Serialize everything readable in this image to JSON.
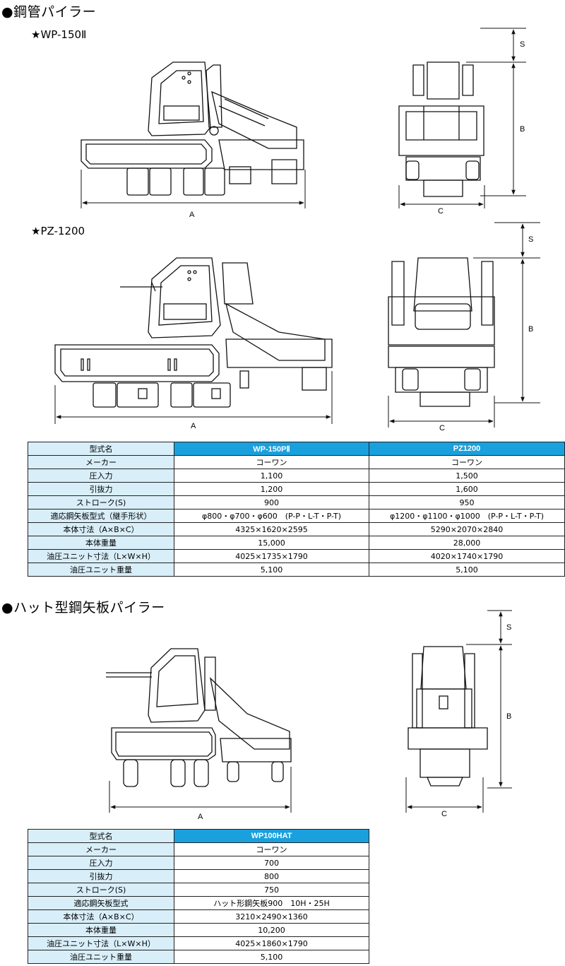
{
  "section1": {
    "title": "●鋼管パイラー",
    "model1_title": "★WP-150Ⅱ",
    "model2_title": "★PZ-1200",
    "dims": {
      "A": "A",
      "B": "B",
      "C": "C",
      "S": "S"
    },
    "table": {
      "header": [
        "型式名",
        "WP-150PⅡ",
        "PZ1200"
      ],
      "rows": [
        [
          "メーカー",
          "コーワン",
          "コーワン"
        ],
        [
          "圧入力",
          "1,100",
          "1,500"
        ],
        [
          "引抜力",
          "1,200",
          "1,600"
        ],
        [
          "ストローク(S)",
          "900",
          "950"
        ],
        [
          "適応鋼矢板型式（継手形状）",
          "φ800・φ700・φ600　(P-P・L-T・P-T)",
          "φ1200・φ1100・φ1000　(P-P・L-T・P-T)"
        ],
        [
          "本体寸法（A×B×C）",
          "4325×1620×2595",
          "5290×2070×2840"
        ],
        [
          "本体重量",
          "15,000",
          "28,000"
        ],
        [
          "油圧ユニット寸法（L×W×H）",
          "4025×1735×1790",
          "4020×1740×1790"
        ],
        [
          "油圧ユニット重量",
          "5,100",
          "5,100"
        ]
      ]
    }
  },
  "section2": {
    "title": "●ハット型鋼矢板パイラー",
    "dims": {
      "A": "A",
      "B": "B",
      "C": "C",
      "S": "S"
    },
    "table": {
      "header": [
        "型式名",
        "WP100HAT"
      ],
      "rows": [
        [
          "メーカー",
          "コーワン"
        ],
        [
          "圧入力",
          "700"
        ],
        [
          "引抜力",
          "800"
        ],
        [
          "ストローク(S)",
          "750"
        ],
        [
          "適応鋼矢板型式",
          "ハット形鋼矢板900　10H・25H"
        ],
        [
          "本体寸法（A×B×C）",
          "3210×2490×1360"
        ],
        [
          "本体重量",
          "10,200"
        ],
        [
          "油圧ユニット寸法（L×W×H）",
          "4025×1860×1790"
        ],
        [
          "油圧ユニット重量",
          "5,100"
        ]
      ]
    }
  }
}
